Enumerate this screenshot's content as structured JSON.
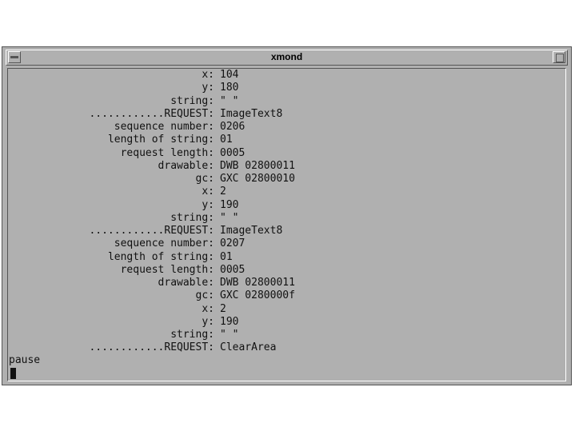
{
  "window": {
    "title": "xmond"
  },
  "log": [
    {
      "label": "x:",
      "value": "104"
    },
    {
      "label": "y:",
      "value": "180"
    },
    {
      "label": "string:",
      "value": "\" \""
    },
    {
      "label": "............REQUEST:",
      "value": "ImageText8"
    },
    {
      "label": "sequence number:",
      "value": "0206"
    },
    {
      "label": "length of string:",
      "value": "01"
    },
    {
      "label": "request length:",
      "value": "0005"
    },
    {
      "label": "drawable:",
      "value": "DWB 02800011"
    },
    {
      "label": "gc:",
      "value": "GXC 02800010"
    },
    {
      "label": "x:",
      "value": "2"
    },
    {
      "label": "y:",
      "value": "190"
    },
    {
      "label": "string:",
      "value": "\" \""
    },
    {
      "label": "............REQUEST:",
      "value": "ImageText8"
    },
    {
      "label": "sequence number:",
      "value": "0207"
    },
    {
      "label": "length of string:",
      "value": "01"
    },
    {
      "label": "request length:",
      "value": "0005"
    },
    {
      "label": "drawable:",
      "value": "DWB 02800011"
    },
    {
      "label": "gc:",
      "value": "GXC 0280000f"
    },
    {
      "label": "x:",
      "value": "2"
    },
    {
      "label": "y:",
      "value": "190"
    },
    {
      "label": "string:",
      "value": "\" \""
    },
    {
      "label": "............REQUEST:",
      "value": "ClearArea"
    }
  ],
  "prompt": "pause"
}
